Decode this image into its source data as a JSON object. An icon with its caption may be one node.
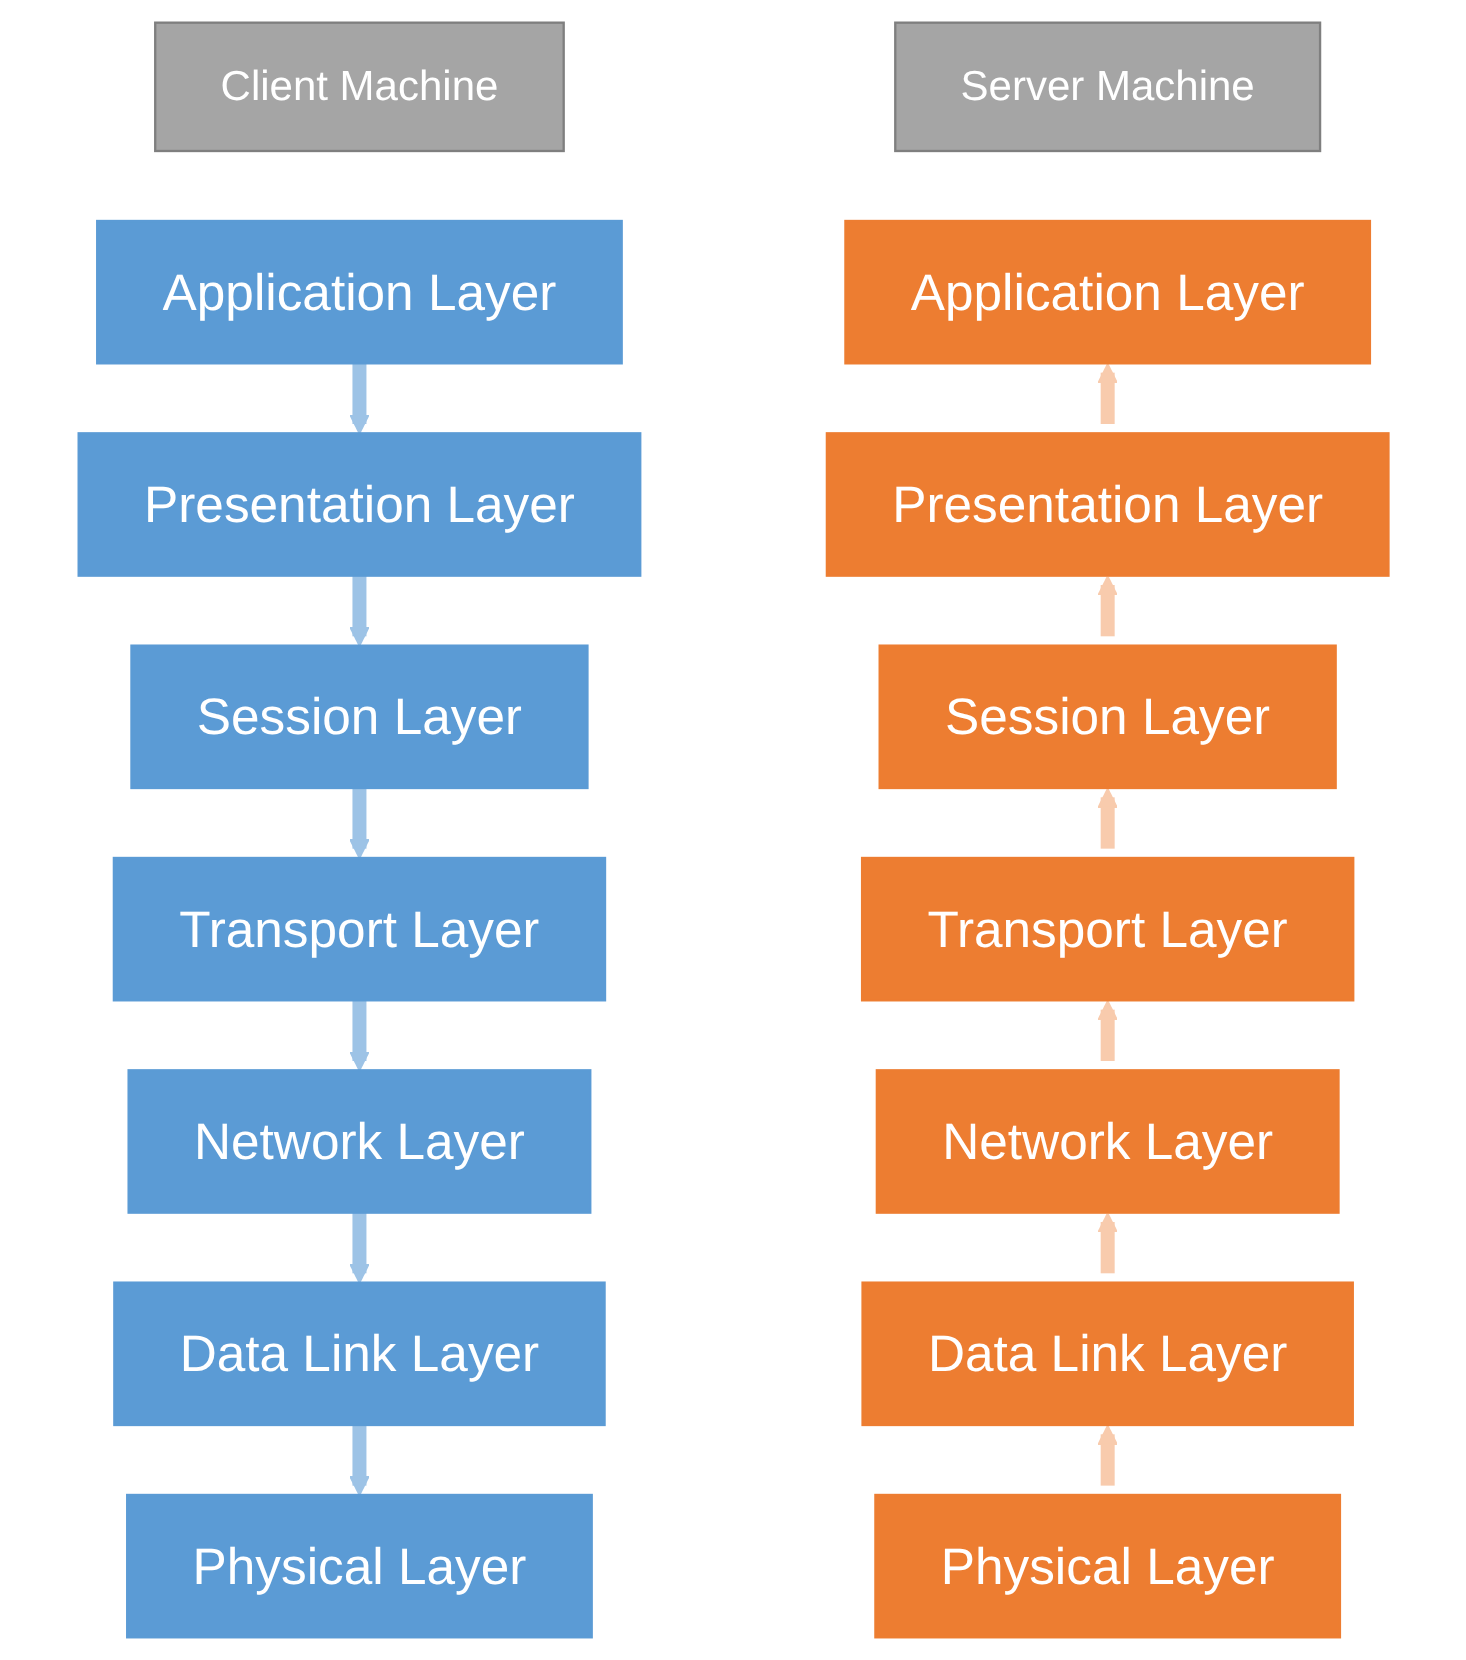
{
  "diagram": {
    "nodes": [
      {
        "text": [
          "Client Machine"
        ]
      },
      {
        "text": [
          "Application Layer"
        ]
      },
      {
        "text": [
          "Presentation Layer"
        ]
      },
      {
        "text": [
          "Session Layer"
        ]
      },
      {
        "text": [
          "Transport Layer"
        ]
      },
      {
        "text": [
          "Network Layer"
        ]
      },
      {
        "text": [
          "Data Link Layer"
        ]
      },
      {
        "text": [
          "Physical Layer"
        ]
      },
      {
        "text": [
          "Server Machine"
        ]
      },
      {
        "text": [
          "Application Layer"
        ]
      },
      {
        "text": [
          "Presentation Layer"
        ]
      },
      {
        "text": [
          "Session Layer"
        ]
      },
      {
        "text": [
          "Transport Layer"
        ]
      },
      {
        "text": [
          "Network Layer"
        ]
      },
      {
        "text": [
          "Data Link Layer"
        ]
      },
      {
        "text": [
          "Physical Layer"
        ]
      }
    ],
    "edges": [
      {
        "from": 1,
        "to": 2,
        "arrow": "to",
        "color": "#9dc3e6"
      },
      {
        "from": 2,
        "to": 3,
        "arrow": "to",
        "color": "#9dc3e6"
      },
      {
        "from": 3,
        "to": 4,
        "arrow": "to",
        "color": "#9dc3e6"
      },
      {
        "from": 4,
        "to": 5,
        "arrow": "to",
        "color": "#9dc3e6"
      },
      {
        "from": 5,
        "to": 6,
        "arrow": "to",
        "color": "#9dc3e6"
      },
      {
        "from": 6,
        "to": 7,
        "arrow": "to",
        "color": "#9dc3e6"
      },
      {
        "from": 15,
        "to": 14,
        "arrow": "to",
        "color": "#f8cbad"
      },
      {
        "from": 14,
        "to": 13,
        "arrow": "to",
        "color": "#f8cbad"
      },
      {
        "from": 13,
        "to": 12,
        "arrow": "to",
        "color": "#f8cbad"
      },
      {
        "from": 12,
        "to": 11,
        "arrow": "to",
        "color": "#f8cbad"
      },
      {
        "from": 11,
        "to": 10,
        "arrow": "to",
        "color": "#f8cbad"
      },
      {
        "from": 10,
        "to": 9,
        "arrow": "to",
        "color": "#f8cbad"
      }
    ]
  }
}
